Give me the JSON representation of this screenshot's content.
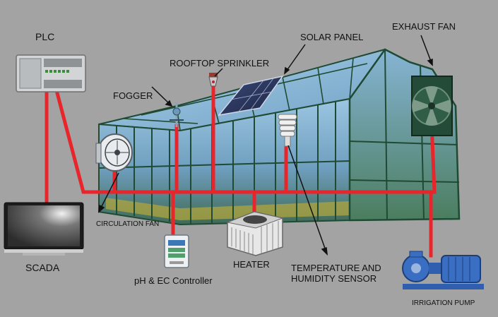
{
  "labels": {
    "plc": "PLC",
    "scada": "SCADA",
    "fogger": "FOGGER",
    "rooftop_sprinkler": "ROOFTOP SPRINKLER",
    "solar_panel": "SOLAR PANEL",
    "exhaust_fan": "EXHAUST FAN",
    "circulation_fan": "CIRCULATION FAN",
    "ph_ec_controller": "pH & EC Controller",
    "heater": "HEATER",
    "temp_sensor_line1": "TEMPERATURE AND",
    "temp_sensor_line2": "HUMIDITY SENSOR",
    "irrigation_pump": "IRRIGATION PUMP"
  },
  "colors": {
    "background": "#a3a3a3",
    "wiring": "#e8252b",
    "greenhouse_frame": "#1f4a33",
    "glass": "#7fb2cf"
  }
}
